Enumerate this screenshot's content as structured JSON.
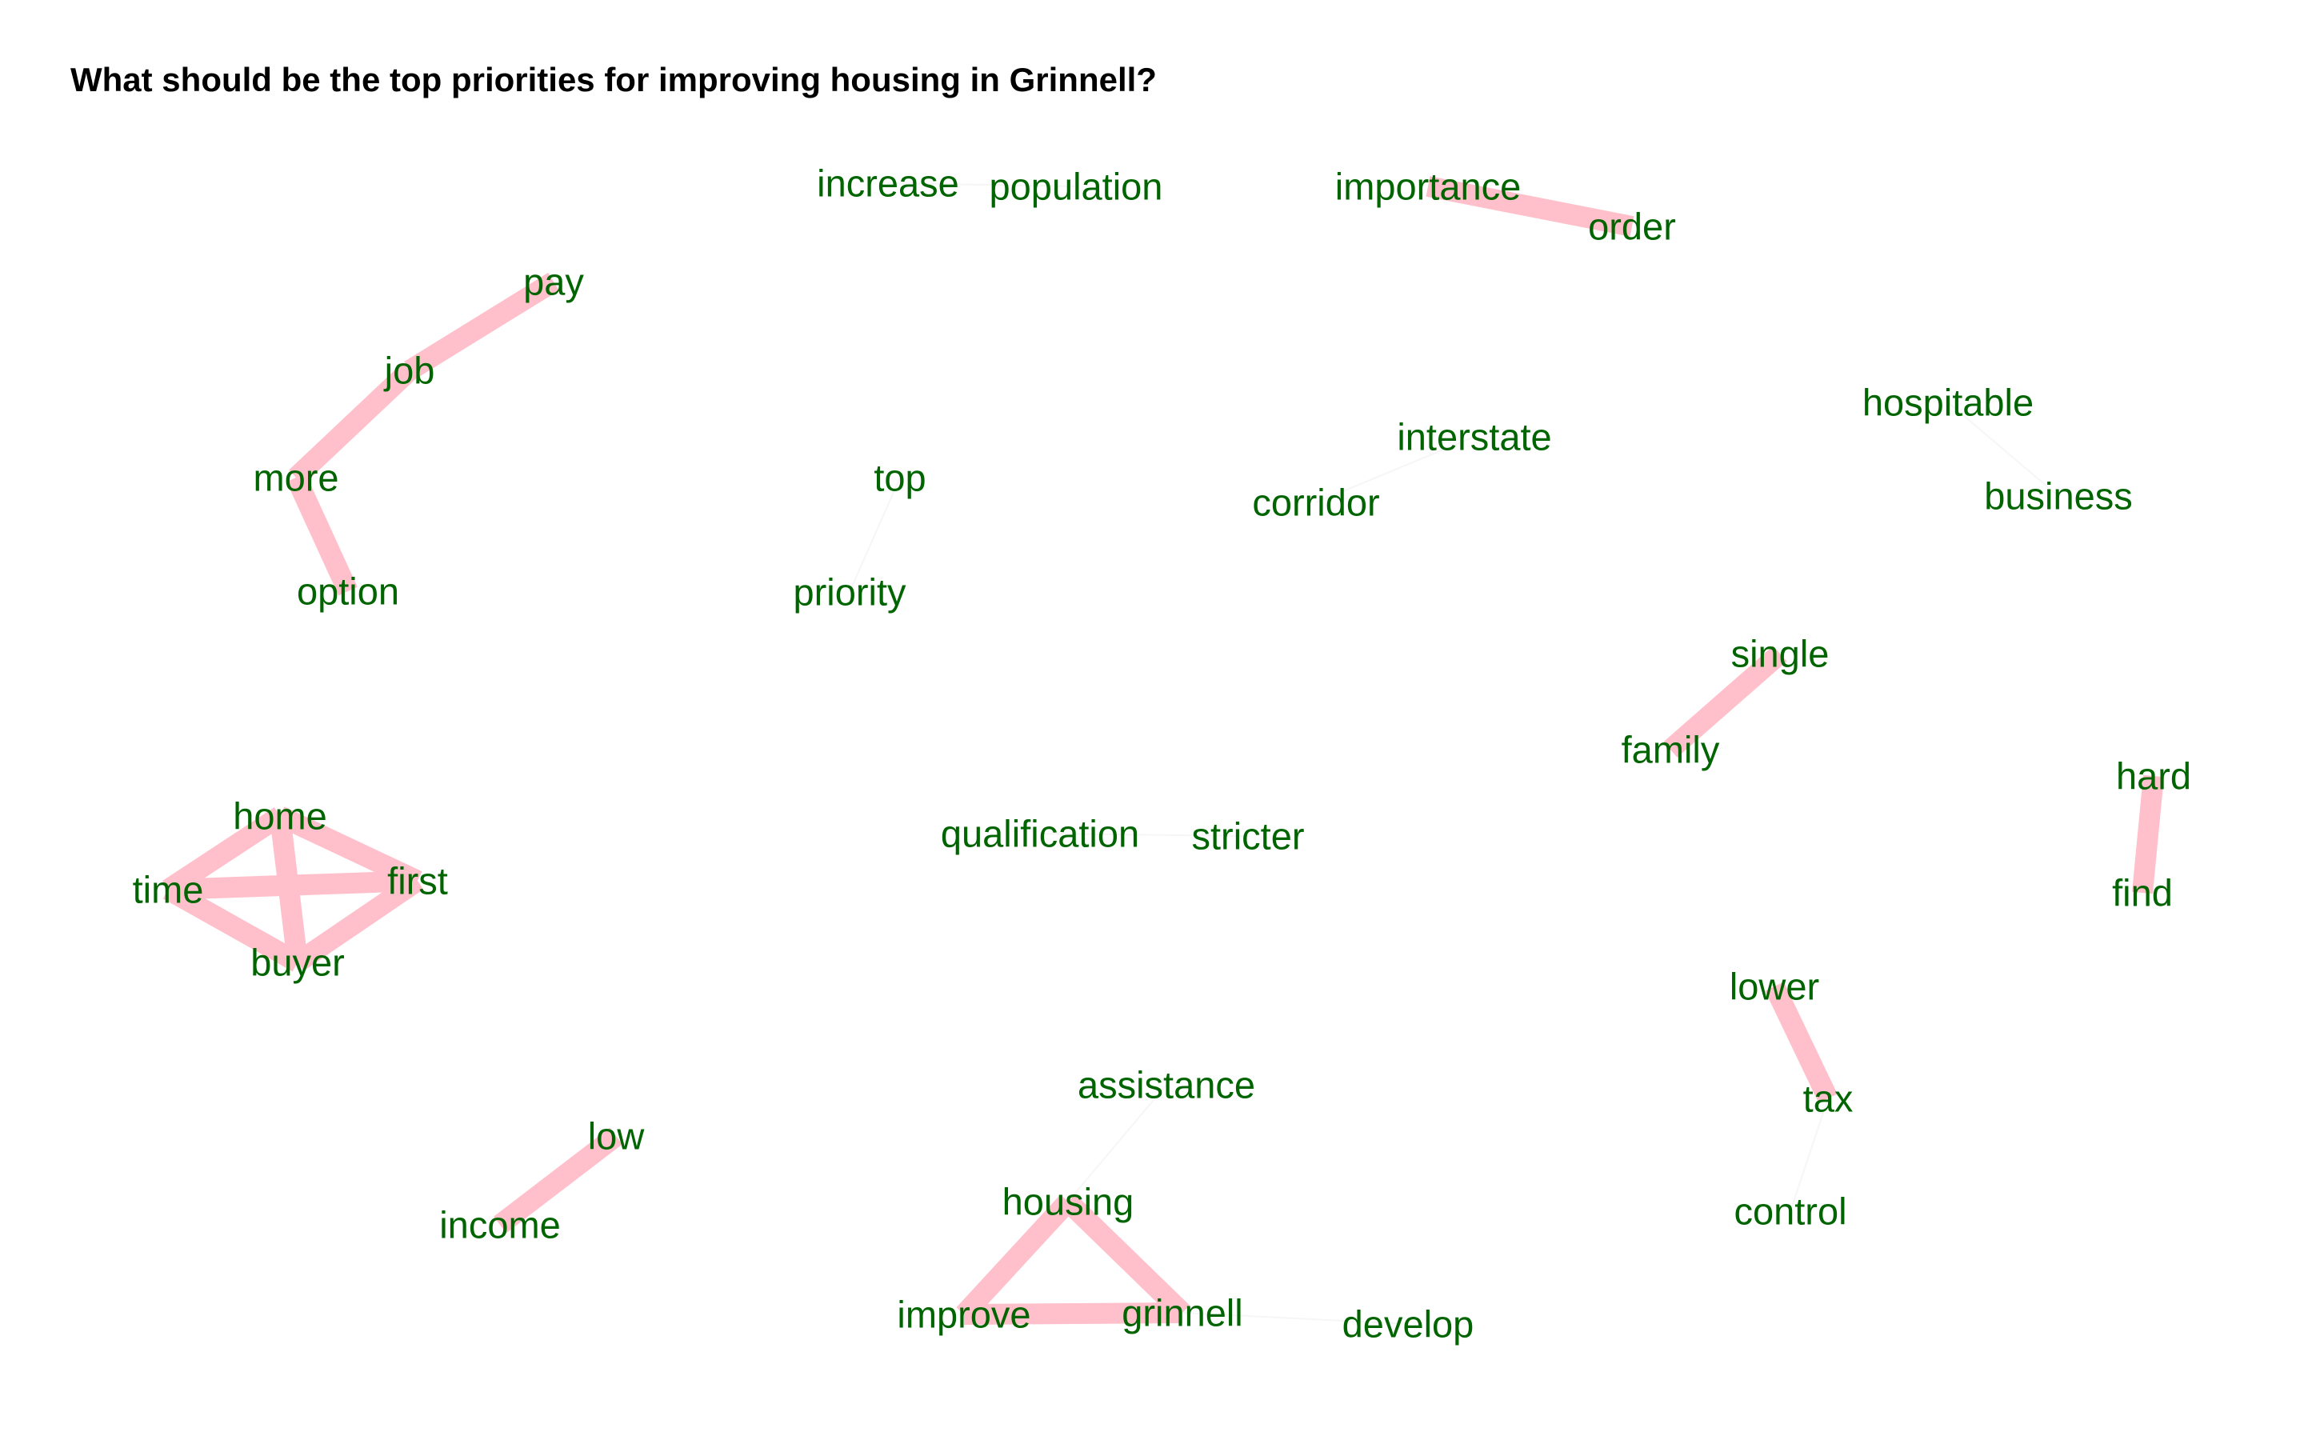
{
  "title": "What should be the top priorities for improving housing in Grinnell?",
  "colors": {
    "edge": "#ffc0cb",
    "label": "#006400",
    "background": "#ffffff"
  },
  "nodes": [
    {
      "id": "increase",
      "label": "increase"
    },
    {
      "id": "population",
      "label": "population"
    },
    {
      "id": "importance",
      "label": "importance"
    },
    {
      "id": "order",
      "label": "order"
    },
    {
      "id": "pay",
      "label": "pay"
    },
    {
      "id": "job",
      "label": "job"
    },
    {
      "id": "more",
      "label": "more"
    },
    {
      "id": "option",
      "label": "option"
    },
    {
      "id": "interstate",
      "label": "interstate"
    },
    {
      "id": "corridor",
      "label": "corridor"
    },
    {
      "id": "hospitable",
      "label": "hospitable"
    },
    {
      "id": "business",
      "label": "business"
    },
    {
      "id": "top",
      "label": "top"
    },
    {
      "id": "priority",
      "label": "priority"
    },
    {
      "id": "single",
      "label": "single"
    },
    {
      "id": "family",
      "label": "family"
    },
    {
      "id": "hard",
      "label": "hard"
    },
    {
      "id": "find",
      "label": "find"
    },
    {
      "id": "home",
      "label": "home"
    },
    {
      "id": "time",
      "label": "time"
    },
    {
      "id": "first",
      "label": "first"
    },
    {
      "id": "buyer",
      "label": "buyer"
    },
    {
      "id": "qualification",
      "label": "qualification"
    },
    {
      "id": "stricter",
      "label": "stricter"
    },
    {
      "id": "lower",
      "label": "lower"
    },
    {
      "id": "tax",
      "label": "tax"
    },
    {
      "id": "control",
      "label": "control"
    },
    {
      "id": "assistance",
      "label": "assistance"
    },
    {
      "id": "low",
      "label": "low"
    },
    {
      "id": "income",
      "label": "income"
    },
    {
      "id": "housing",
      "label": "housing"
    },
    {
      "id": "improve",
      "label": "improve"
    },
    {
      "id": "grinnell",
      "label": "grinnell"
    },
    {
      "id": "develop",
      "label": "develop"
    }
  ],
  "edges": [
    {
      "source": "increase",
      "target": "population",
      "weight": 0
    },
    {
      "source": "importance",
      "target": "order",
      "weight": 3
    },
    {
      "source": "pay",
      "target": "job",
      "weight": 3
    },
    {
      "source": "job",
      "target": "more",
      "weight": 3
    },
    {
      "source": "more",
      "target": "option",
      "weight": 3
    },
    {
      "source": "interstate",
      "target": "corridor",
      "weight": 0
    },
    {
      "source": "hospitable",
      "target": "business",
      "weight": 0
    },
    {
      "source": "top",
      "target": "priority",
      "weight": 0
    },
    {
      "source": "single",
      "target": "family",
      "weight": 3
    },
    {
      "source": "hard",
      "target": "find",
      "weight": 3
    },
    {
      "source": "home",
      "target": "time",
      "weight": 3
    },
    {
      "source": "home",
      "target": "first",
      "weight": 3
    },
    {
      "source": "home",
      "target": "buyer",
      "weight": 3
    },
    {
      "source": "time",
      "target": "first",
      "weight": 3
    },
    {
      "source": "time",
      "target": "buyer",
      "weight": 3
    },
    {
      "source": "first",
      "target": "buyer",
      "weight": 3
    },
    {
      "source": "qualification",
      "target": "stricter",
      "weight": 0
    },
    {
      "source": "lower",
      "target": "tax",
      "weight": 3
    },
    {
      "source": "tax",
      "target": "control",
      "weight": 0
    },
    {
      "source": "low",
      "target": "income",
      "weight": 3
    },
    {
      "source": "assistance",
      "target": "housing",
      "weight": 0
    },
    {
      "source": "housing",
      "target": "improve",
      "weight": 3
    },
    {
      "source": "housing",
      "target": "grinnell",
      "weight": 3
    },
    {
      "source": "improve",
      "target": "grinnell",
      "weight": 3
    },
    {
      "source": "grinnell",
      "target": "develop",
      "weight": 0
    }
  ]
}
